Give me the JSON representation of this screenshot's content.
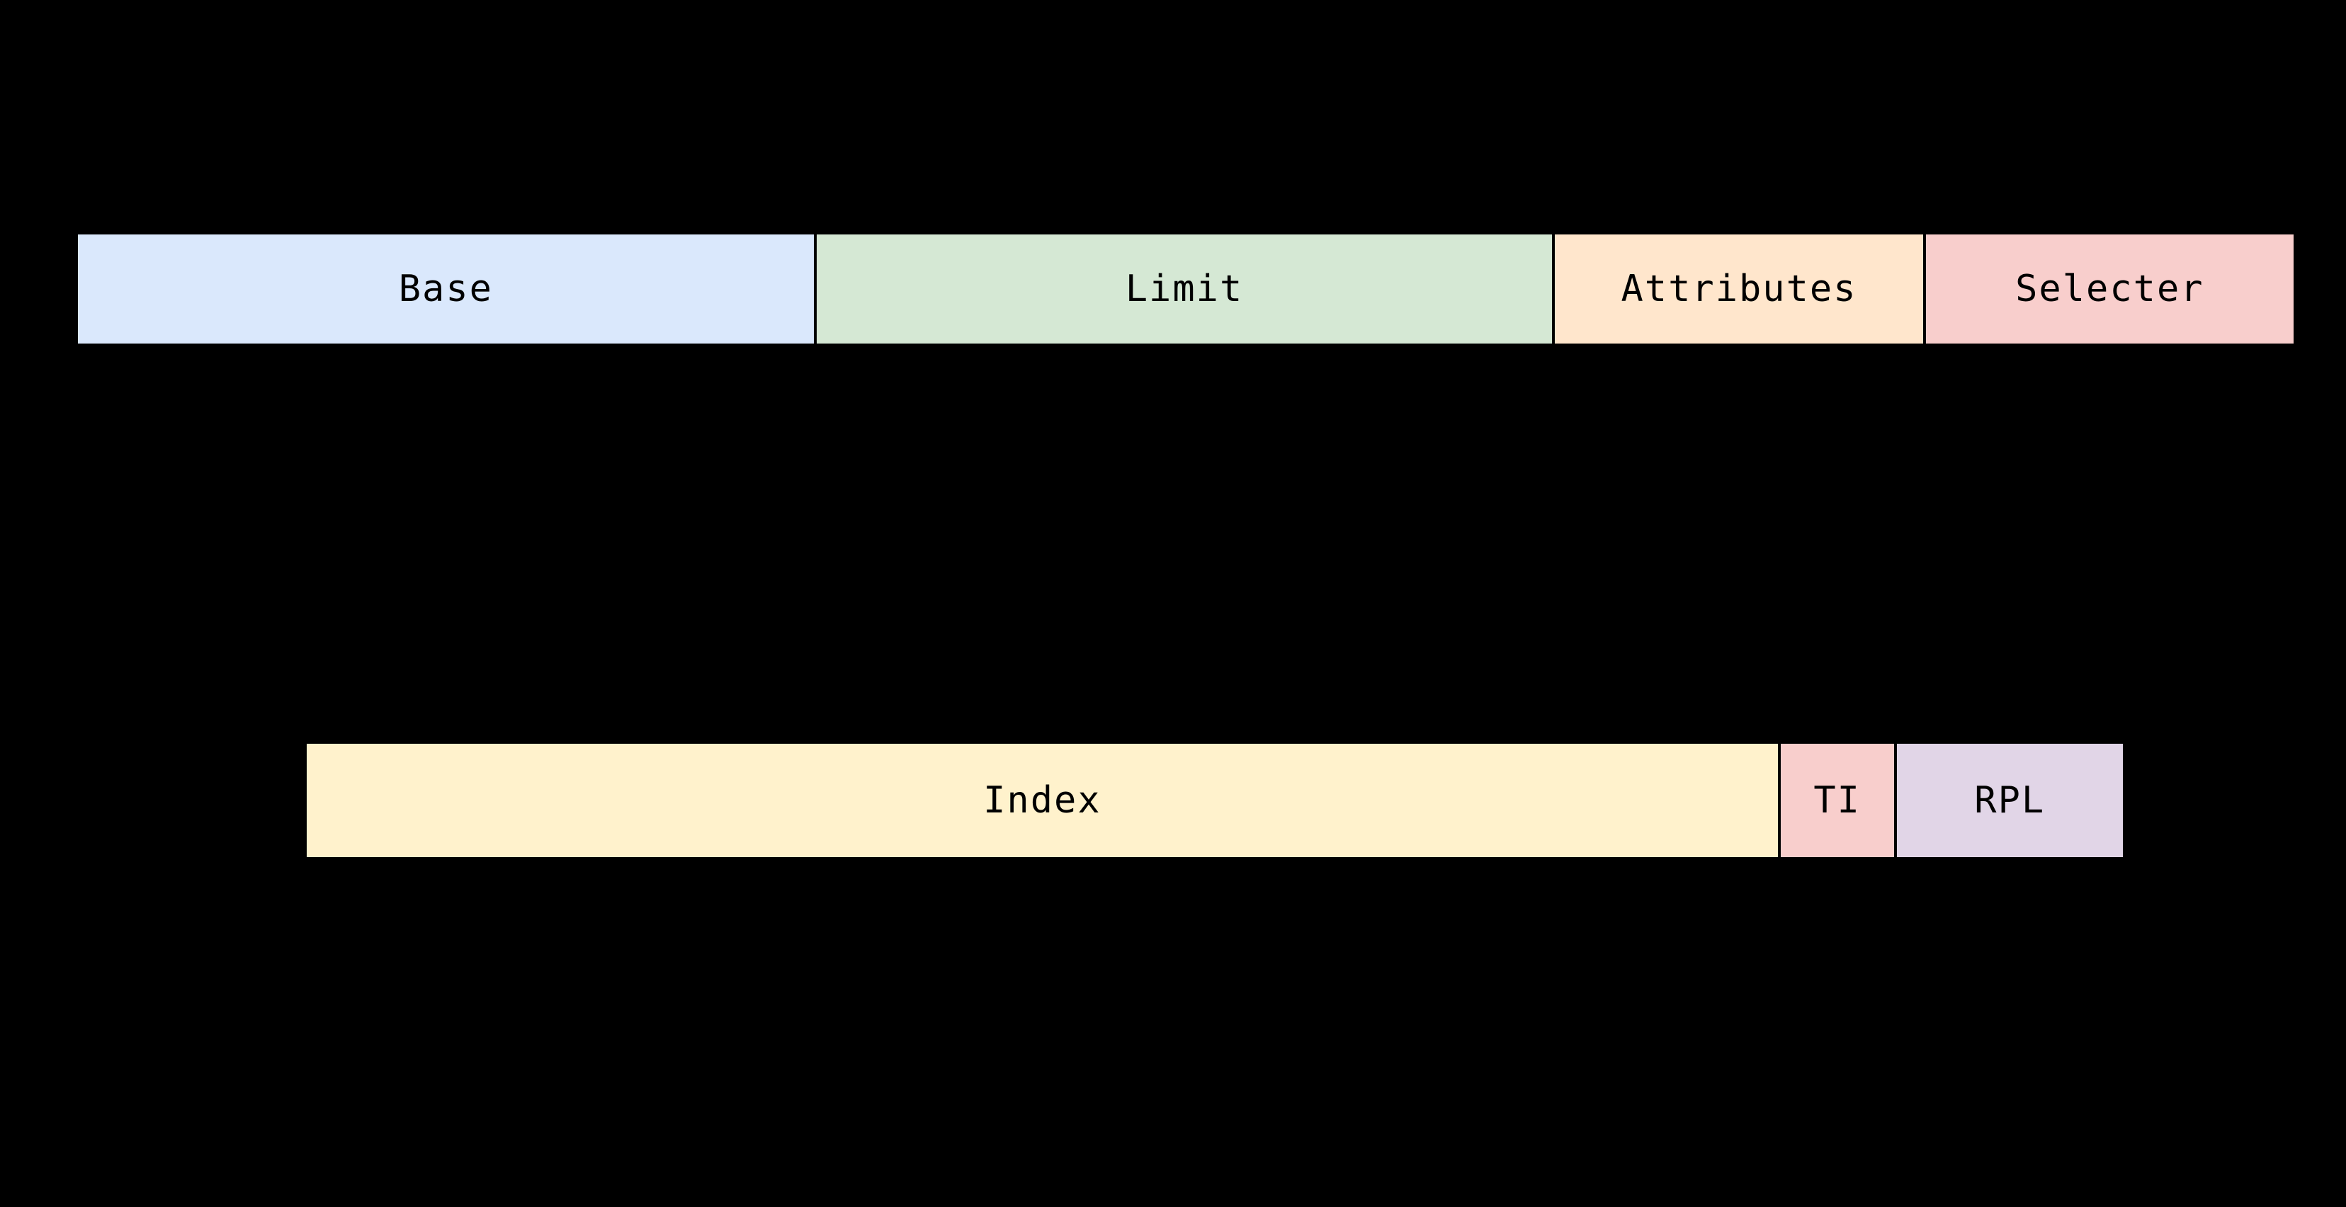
{
  "diagram": {
    "background_color": "#000000",
    "border_color": "#000000",
    "text_color": "#000000",
    "descriptor_row": {
      "fields": [
        {
          "label": "Base",
          "color": "#dae8fc"
        },
        {
          "label": "Limit",
          "color": "#d5e8d4"
        },
        {
          "label": "Attributes",
          "color": "#ffe6cc"
        },
        {
          "label": "Selecter",
          "color": "#f8cecc"
        }
      ]
    },
    "selector_row": {
      "fields": [
        {
          "label": "Index",
          "color": "#fff2cc"
        },
        {
          "label": "TI",
          "color": "#f8cecc"
        },
        {
          "label": "RPL",
          "color": "#e1d5e7"
        }
      ]
    }
  }
}
